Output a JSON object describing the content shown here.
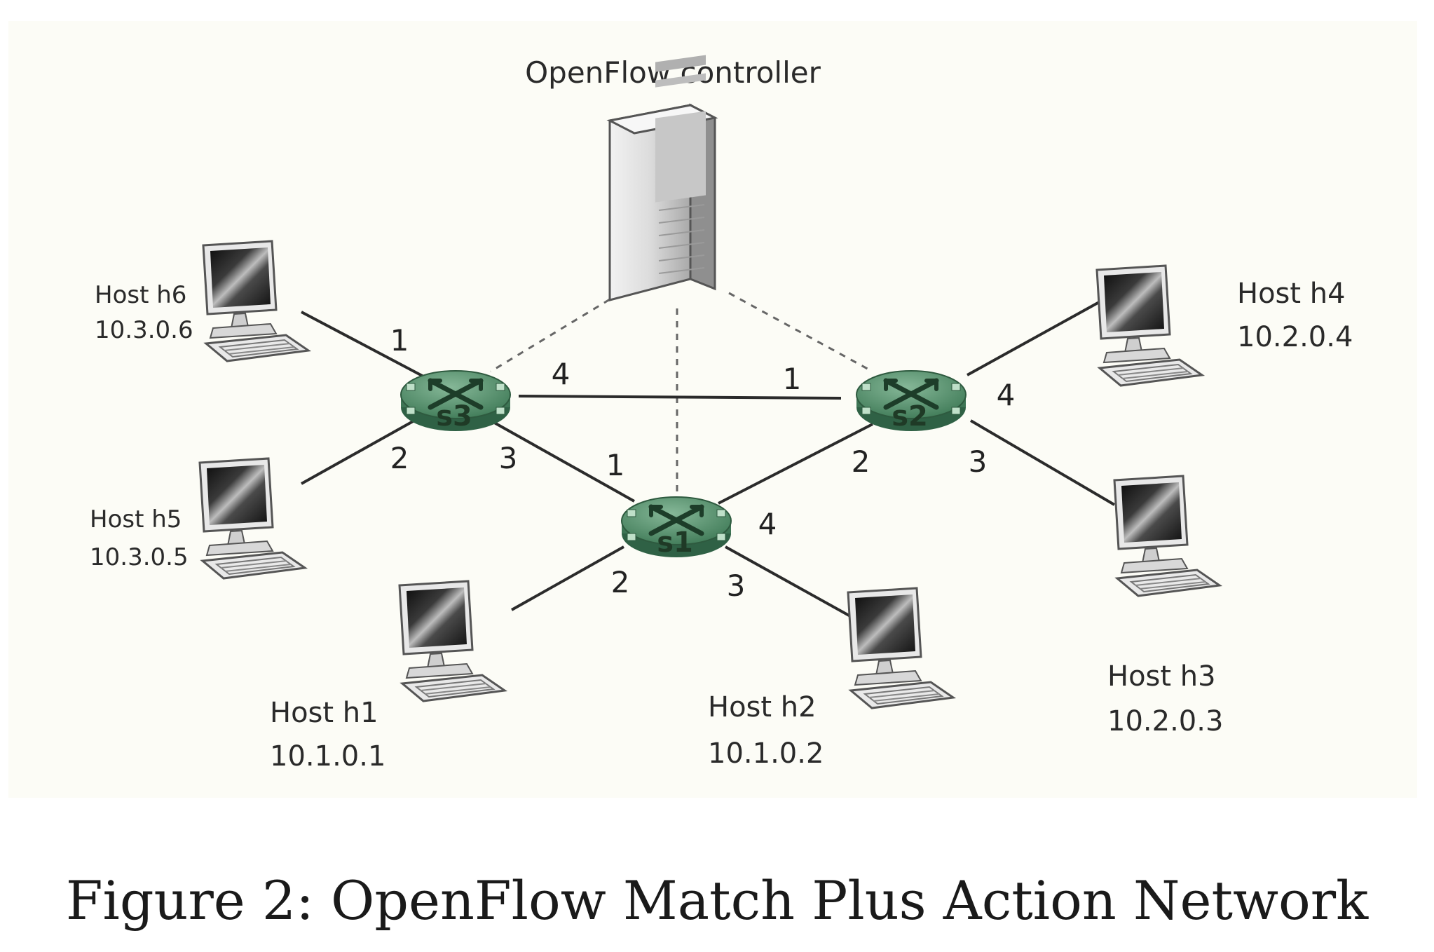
{
  "controller": {
    "label": "OpenFlow controller"
  },
  "switches": [
    {
      "id": "s1",
      "name": "s1",
      "ports": {
        "p1": "1",
        "p2": "2",
        "p3": "3",
        "p4": "4"
      }
    },
    {
      "id": "s2",
      "name": "s2",
      "ports": {
        "p1": "1",
        "p2": "2",
        "p3": "3",
        "p4": "4"
      }
    },
    {
      "id": "s3",
      "name": "s3",
      "ports": {
        "p1": "1",
        "p2": "2",
        "p3": "3",
        "p4": "4"
      }
    }
  ],
  "hosts": [
    {
      "id": "h1",
      "name": "Host h1",
      "ip": "10.1.0.1"
    },
    {
      "id": "h2",
      "name": "Host h2",
      "ip": "10.1.0.2"
    },
    {
      "id": "h3",
      "name": "Host h3",
      "ip": "10.2.0.3"
    },
    {
      "id": "h4",
      "name": "Host h4",
      "ip": "10.2.0.4"
    },
    {
      "id": "h5",
      "name": "Host h5",
      "ip": "10.3.0.5"
    },
    {
      "id": "h6",
      "name": "Host h6",
      "ip": "10.3.0.6"
    }
  ],
  "caption": "Figure 2: OpenFlow Match Plus Action Network",
  "colors": {
    "switch": "#5e9a76",
    "switch_dark": "#2e5a3f",
    "link": "#2b2b2b",
    "control_link": "#555555"
  }
}
